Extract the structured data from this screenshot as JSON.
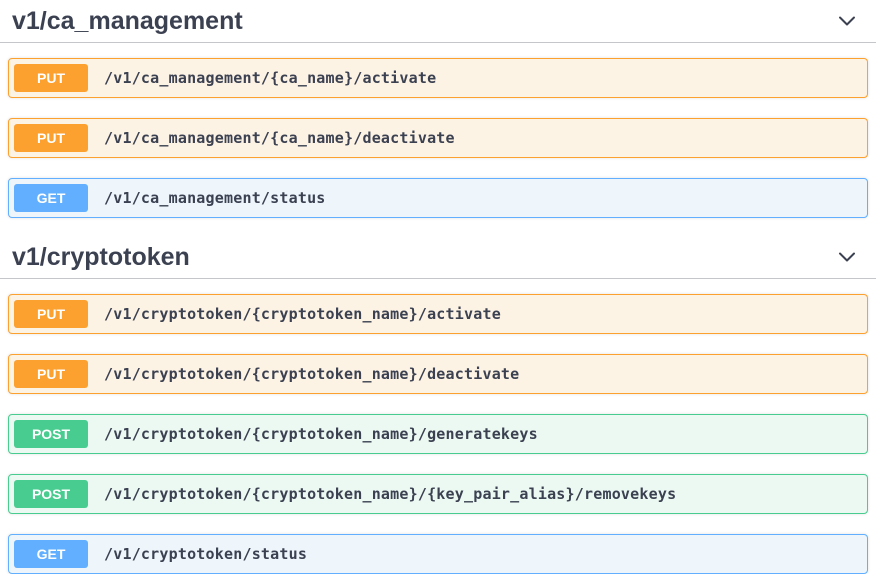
{
  "colors": {
    "put": "#fca130",
    "post": "#49cc90",
    "get": "#61affe",
    "heading": "#3b4151",
    "background": "#ffffff"
  },
  "sections": [
    {
      "title": "v1/ca_management",
      "operations": [
        {
          "method": "PUT",
          "path": "/v1/ca_management/{ca_name}/activate"
        },
        {
          "method": "PUT",
          "path": "/v1/ca_management/{ca_name}/deactivate"
        },
        {
          "method": "GET",
          "path": "/v1/ca_management/status"
        }
      ]
    },
    {
      "title": "v1/cryptotoken",
      "operations": [
        {
          "method": "PUT",
          "path": "/v1/cryptotoken/{cryptotoken_name}/activate"
        },
        {
          "method": "PUT",
          "path": "/v1/cryptotoken/{cryptotoken_name}/deactivate"
        },
        {
          "method": "POST",
          "path": "/v1/cryptotoken/{cryptotoken_name}/generatekeys"
        },
        {
          "method": "POST",
          "path": "/v1/cryptotoken/{cryptotoken_name}/{key_pair_alias}/removekeys"
        },
        {
          "method": "GET",
          "path": "/v1/cryptotoken/status"
        }
      ]
    }
  ]
}
